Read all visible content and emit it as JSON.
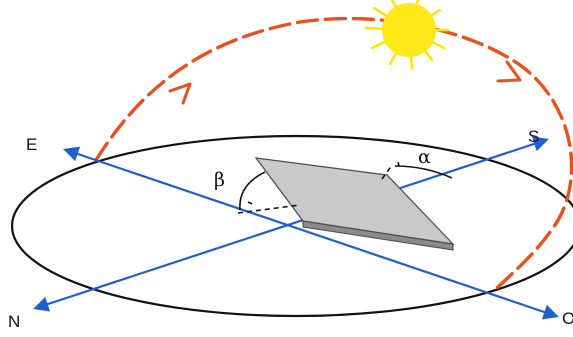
{
  "labels": {
    "east": "E",
    "south": "S",
    "north": "N",
    "west": "O",
    "beta": "β",
    "alpha": "α"
  },
  "colors": {
    "sun_path": "#e8501e",
    "axes": "#1f5fd0",
    "horizon": "#111111",
    "sun_core": "#ffe81a",
    "sun_rays": "#ffe400",
    "panel_top": "#c9c9c9",
    "panel_edge": "#4a4a4a"
  },
  "icons": {
    "sun": "sun-icon",
    "panel": "solar-panel-icon"
  }
}
